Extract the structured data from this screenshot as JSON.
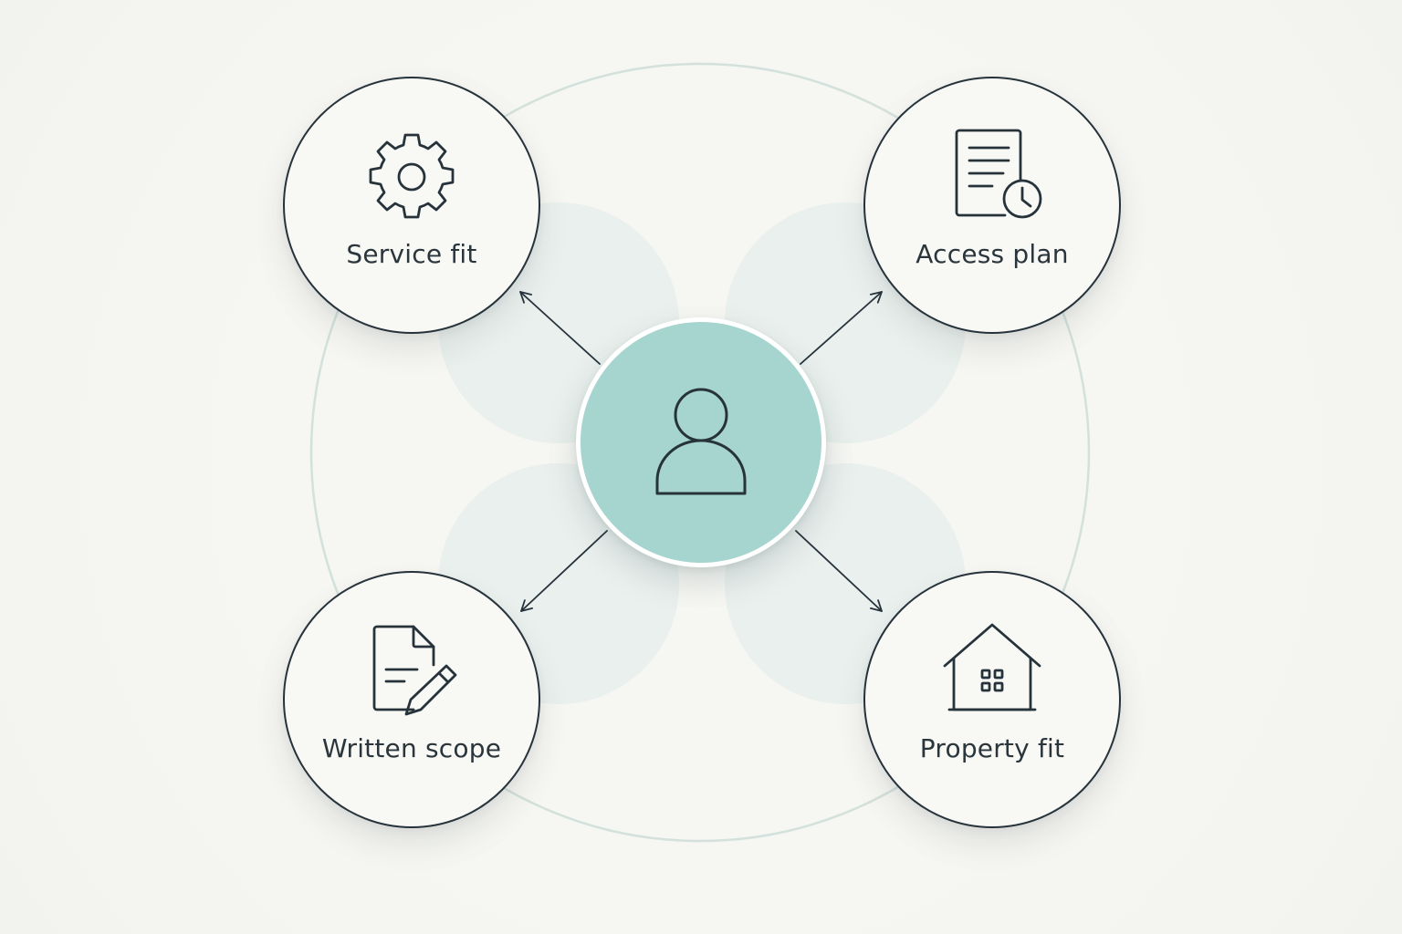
{
  "diagram": {
    "center": {
      "icon": "person-icon"
    },
    "nodes": [
      {
        "id": "service-fit",
        "label": "Service fit",
        "icon": "gear-icon"
      },
      {
        "id": "access-plan",
        "label": "Access plan",
        "icon": "document-clock-icon"
      },
      {
        "id": "written-scope",
        "label": "Written scope",
        "icon": "document-pencil-icon"
      },
      {
        "id": "property-fit",
        "label": "Property fit",
        "icon": "house-icon"
      }
    ],
    "colors": {
      "center_fill": "#a6d4cf",
      "stroke": "#27333b",
      "background": "#f6f6f3",
      "petal": "#e6efec",
      "ring": "#d6e3df"
    }
  }
}
